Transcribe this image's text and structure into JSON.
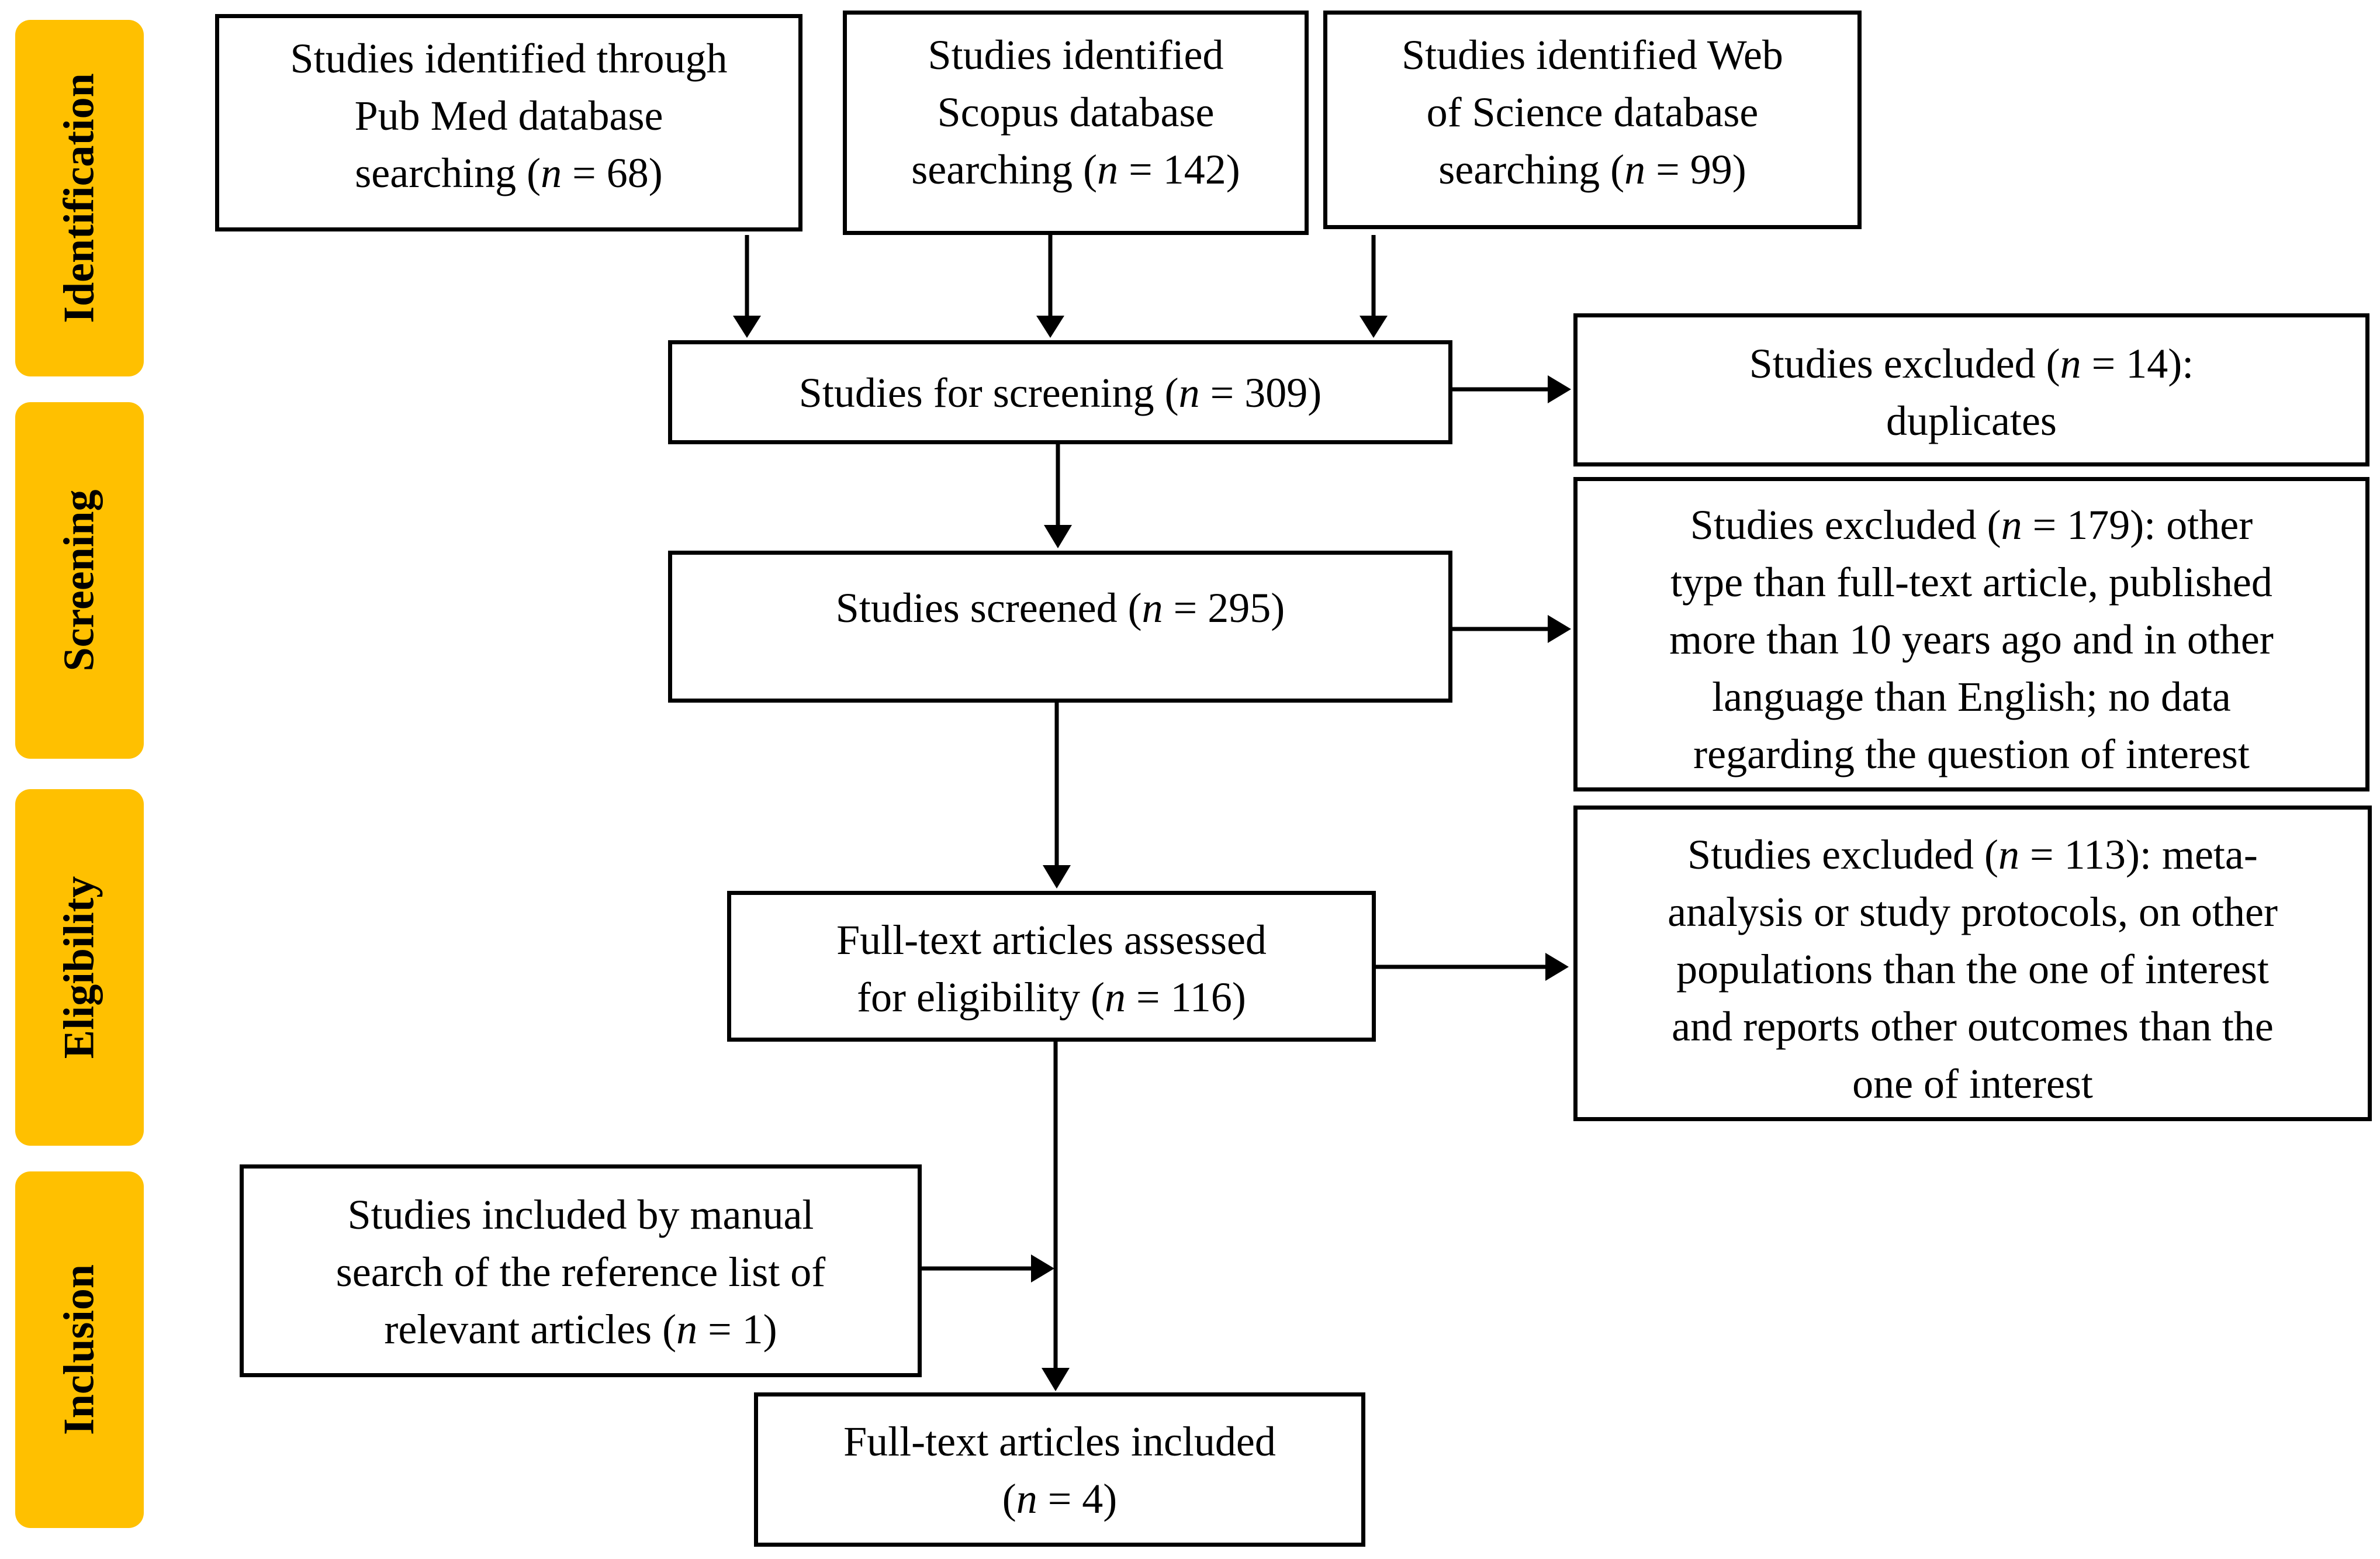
{
  "phases": {
    "identification": "Identification",
    "screening": "Screening",
    "eligibility": "Eligibility",
    "inclusion": "Inclusion"
  },
  "boxes": {
    "pubmed": {
      "l1": "Studies identified through",
      "l2": "Pub Med database",
      "l3_pre": "searching (",
      "n": "n",
      "l3_post": " = 68)"
    },
    "scopus": {
      "l1": "Studies identified",
      "l2": "Scopus database",
      "l3_pre": "searching (",
      "n": "n",
      "l3_post": " = 142)"
    },
    "wos": {
      "l1": "Studies identified Web",
      "l2": "of Science database",
      "l3_pre": "searching (",
      "n": "n",
      "l3_post": " = 99)"
    },
    "for_screening": {
      "l1_pre": "Studies for screening (",
      "n": "n",
      "l1_post": " = 309)"
    },
    "excluded_duplicates": {
      "l1_pre": "Studies excluded (",
      "n": "n",
      "l1_post": " = 14):",
      "l2": "duplicates"
    },
    "screened": {
      "l1_pre": "Studies screened (",
      "n": "n",
      "l1_post": " = 295)"
    },
    "excluded_screening": {
      "l1_pre": "Studies excluded (",
      "n": "n",
      "l1_post": " = 179): other",
      "l2": "type than full-text article, published",
      "l3": "more than 10 years ago and in other",
      "l4": "language than English; no data",
      "l5": "regarding the question of interest"
    },
    "fulltext_assessed": {
      "l1": "Full-text articles assessed",
      "l2_pre": "for eligibility (",
      "n": "n",
      "l2_post": " = 116)"
    },
    "excluded_eligibility": {
      "l1_pre": "Studies excluded (",
      "n": "n",
      "l1_post": " = 113): meta-",
      "l2": "analysis or study protocols, on other",
      "l3": "populations than the one of interest",
      "l4": "and reports other outcomes than the",
      "l5": "one of interest"
    },
    "manual_search": {
      "l1": "Studies included by manual",
      "l2": "search of the reference list of",
      "l3_pre": "relevant articles (",
      "n": "n",
      "l3_post": " = 1)"
    },
    "included": {
      "l1": "Full-text articles included",
      "l2_pre": "(",
      "n": "n",
      "l2_post": " = 4)"
    }
  },
  "colors": {
    "phase_fill": "#FFC000",
    "stroke": "#000000"
  }
}
